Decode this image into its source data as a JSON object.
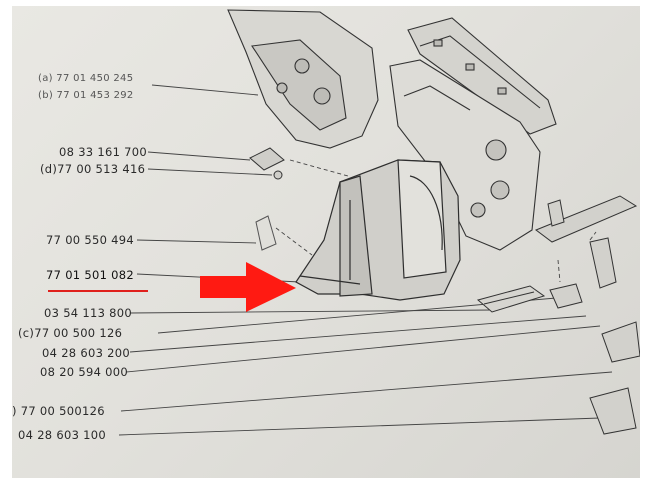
{
  "part_numbers": {
    "a": "(a) 77 01 450 245",
    "b": "(b) 77 01 453 292",
    "p1": "08 33 161 700",
    "p2": "(d)77 00 513 416",
    "p3": "77 00 550 494",
    "p4": "77 01 501 082",
    "p5": "03 54 113 800",
    "p6": "(c)77 00 500 126",
    "p7": "04 28 603 200",
    "p8": "08 20 594 000",
    "p9": ") 77 00 500126",
    "p10": "04 28 603 100"
  },
  "highlight": {
    "arrow_color": "#ff1a12",
    "underline_color": "#e0201c",
    "highlighted_part": "77 01 501 082"
  }
}
